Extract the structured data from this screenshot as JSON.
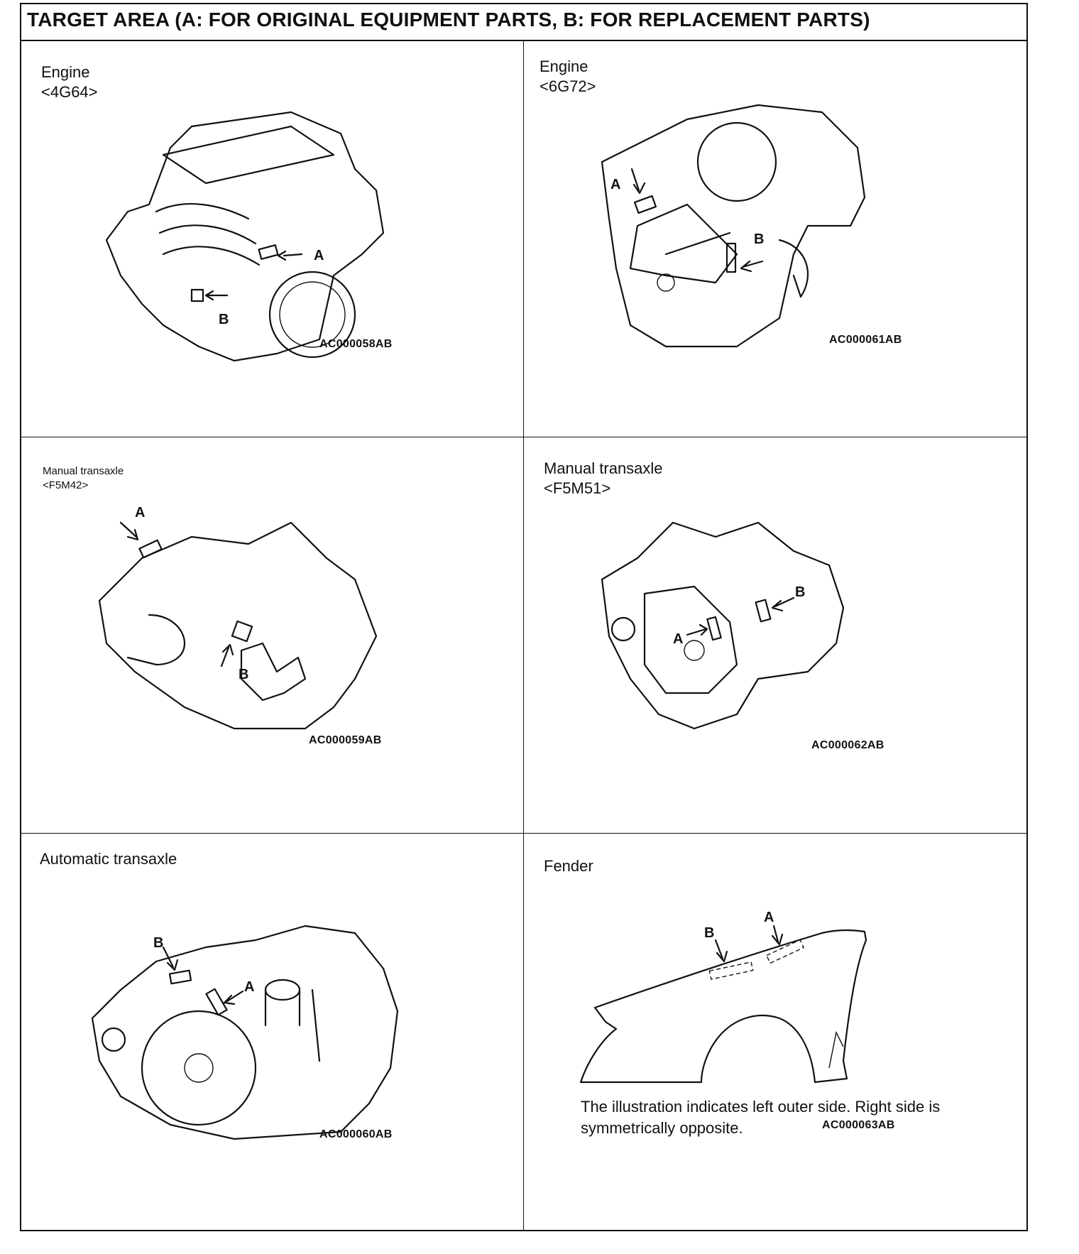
{
  "header": {
    "title": "TARGET AREA (A: FOR ORIGINAL EQUIPMENT PARTS, B: FOR REPLACEMENT PARTS)"
  },
  "panels": [
    {
      "title_lines": [
        "Engine",
        "<4G64>"
      ],
      "code": "AC000058AB",
      "labels": [
        "A",
        "B"
      ]
    },
    {
      "title_lines": [
        "Engine",
        "<6G72>"
      ],
      "code": "AC000061AB",
      "labels": [
        "A",
        "B"
      ]
    },
    {
      "title_lines": [
        "Manual transaxle",
        "<F5M42>"
      ],
      "code": "AC000059AB",
      "labels": [
        "A",
        "B"
      ]
    },
    {
      "title_lines": [
        "Manual transaxle",
        "<F5M51>"
      ],
      "code": "AC000062AB",
      "labels": [
        "A",
        "B"
      ]
    },
    {
      "title_lines": [
        "Automatic transaxle"
      ],
      "code": "AC000060AB",
      "labels": [
        "A",
        "B"
      ]
    },
    {
      "title_lines": [
        "Fender"
      ],
      "code": "AC000063AB",
      "labels": [
        "A",
        "B"
      ],
      "note_lines": [
        "The illustration indicates left outer side. Right side is",
        "symmetrically opposite."
      ]
    }
  ]
}
